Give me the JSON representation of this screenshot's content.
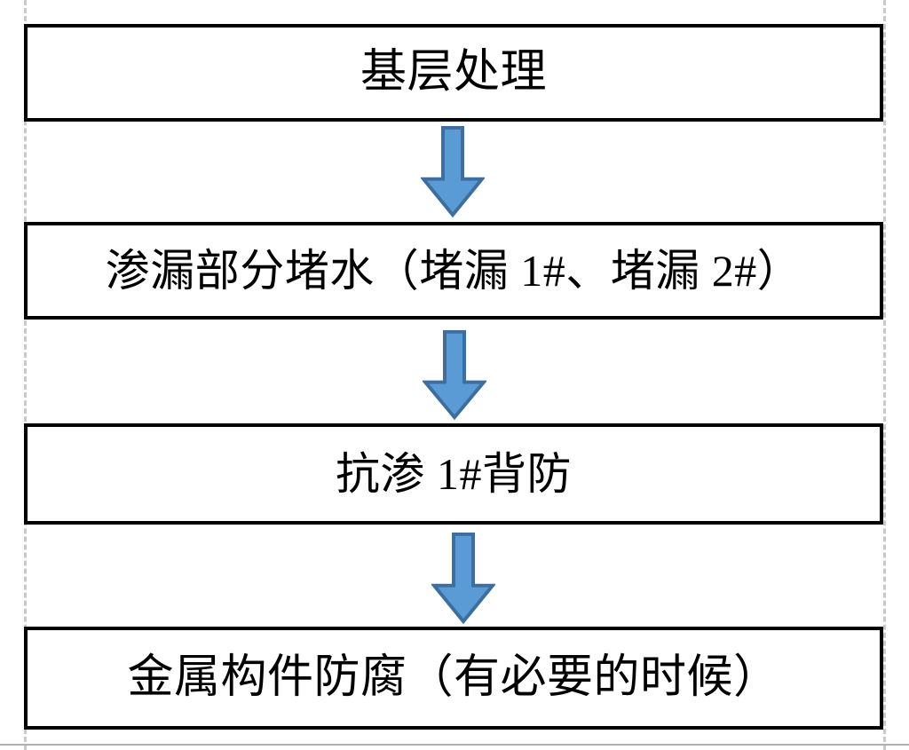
{
  "diagram": {
    "type": "flowchart",
    "orientation": "vertical-top-to-bottom",
    "title": "",
    "colors": {
      "box_border": "#000000",
      "box_fill": "#ffffff",
      "text": "#000000",
      "arrow_fill": "#5b9bd5",
      "arrow_border": "#3e6e9e",
      "guide_dashed": "#c9c9c9",
      "bottom_rule": "#b0b0b0"
    },
    "nodes": [
      {
        "id": "step-1",
        "label": "基层处理"
      },
      {
        "id": "step-2",
        "label": "渗漏部分堵水（堵漏 1#、堵漏 2#）"
      },
      {
        "id": "step-3",
        "label": "抗渗 1#背防"
      },
      {
        "id": "step-4",
        "label": "金属构件防腐（有必要的时候）"
      }
    ],
    "connectors": [
      {
        "id": "arrow-1",
        "icon": "down-arrow-icon",
        "from": "step-1",
        "to": "step-2"
      },
      {
        "id": "arrow-2",
        "icon": "down-arrow-icon",
        "from": "step-2",
        "to": "step-3"
      },
      {
        "id": "arrow-3",
        "icon": "down-arrow-icon",
        "from": "step-3",
        "to": "step-4"
      }
    ]
  }
}
